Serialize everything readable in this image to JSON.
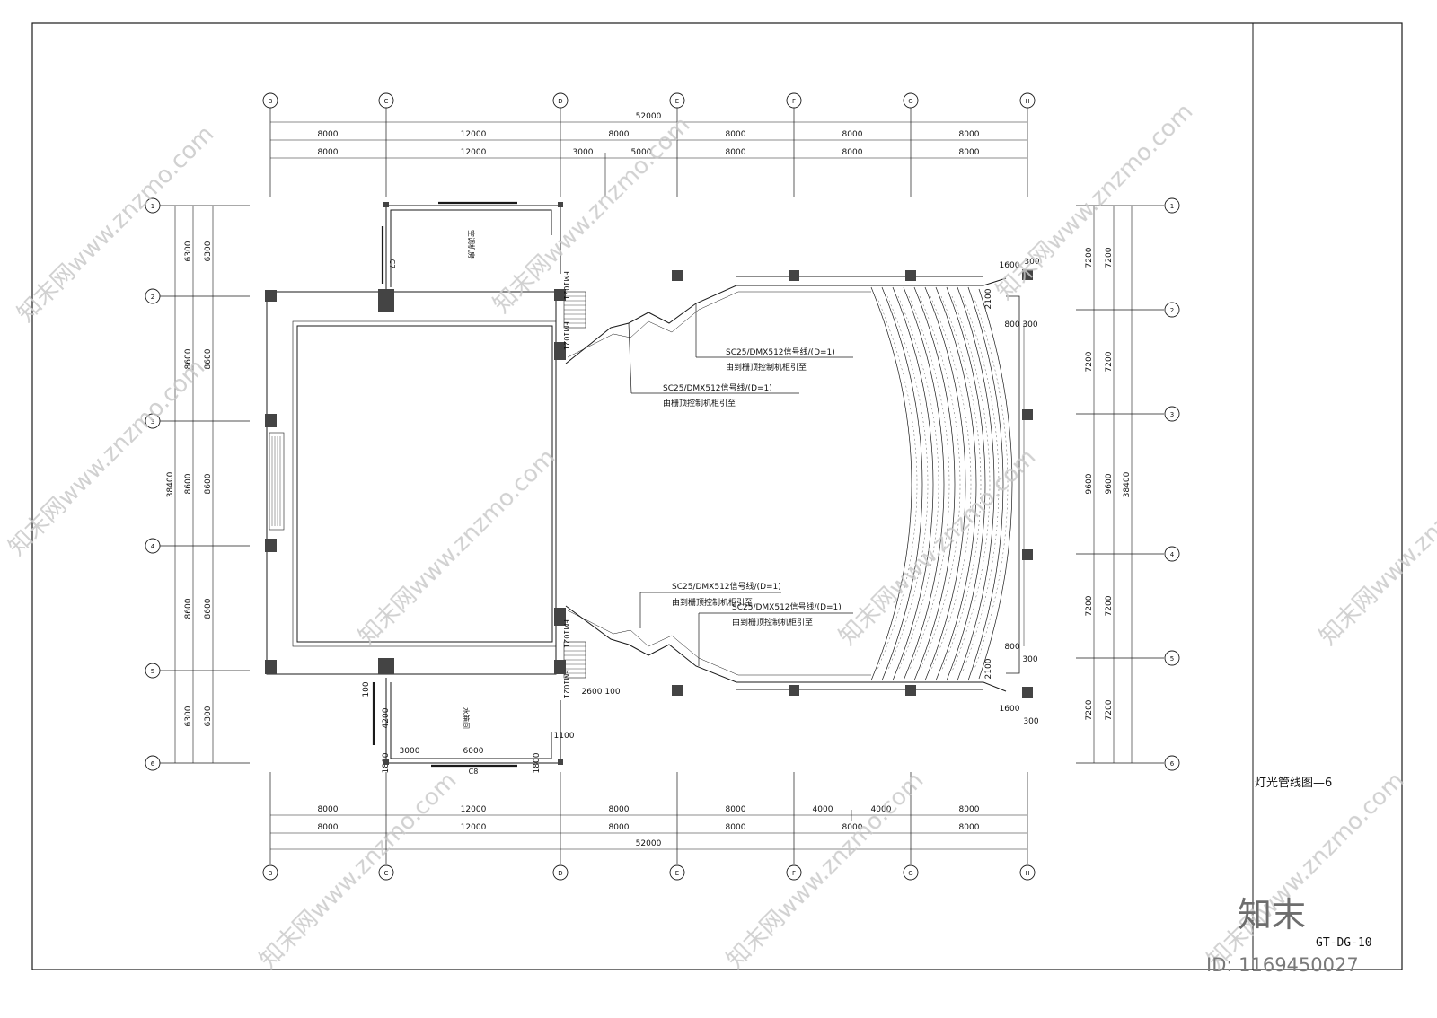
{
  "drawing": {
    "sheet_title": "灯光管线图—6",
    "sheet_code": "GT-DG-10"
  },
  "axes": {
    "top": [
      "B",
      "C",
      "D",
      "E",
      "F",
      "G",
      "H"
    ],
    "bottom": [
      "B",
      "C",
      "D",
      "E",
      "F",
      "G",
      "H"
    ],
    "left": [
      "1",
      "2",
      "3",
      "4",
      "5",
      "6"
    ],
    "right": [
      "1",
      "2",
      "3",
      "4",
      "5",
      "6"
    ]
  },
  "dimensions": {
    "top_total": "52000",
    "top_row1": [
      "8000",
      "12000",
      "8000",
      "8000",
      "8000",
      "8000"
    ],
    "top_row2": [
      "8000",
      "12000",
      "3000",
      "5000",
      "8000",
      "8000",
      "8000"
    ],
    "bottom_row1": [
      "8000",
      "12000",
      "8000",
      "8000",
      "4000",
      "4000",
      "8000"
    ],
    "bottom_row2": [
      "8000",
      "12000",
      "8000",
      "8000",
      "8000",
      "8000"
    ],
    "bottom_total": "52000",
    "left_total": "38400",
    "left_col1": [
      "6300",
      "8600",
      "8600",
      "8600",
      "6300"
    ],
    "left_col2": [
      "6300",
      "8600",
      "8600",
      "8600",
      "6300"
    ],
    "right_total": "38400",
    "right_col1": [
      "7200",
      "7200",
      "9600",
      "7200",
      "7200"
    ],
    "right_col2": [
      "7200",
      "7200",
      "9600",
      "7200",
      "7200"
    ],
    "detail": [
      "1600",
      "300",
      "2100",
      "800",
      "300",
      "800",
      "300",
      "2100",
      "1600",
      "300",
      "100",
      "4200",
      "3000",
      "6000",
      "1800",
      "1800",
      "1100",
      "2600",
      "100"
    ]
  },
  "annotations": {
    "n1_line1": "SC25/DMX512信号线/(D=1)",
    "n1_line2": "由到栅顶控制机柜引至",
    "n2_line1": "SC25/DMX512信号线/(D=1)",
    "n2_line2": "由栅顶控制机柜引至",
    "n3_line1": "SC25/DMX512信号线/(D=1)",
    "n3_line2": "由到栅顶控制机柜引至",
    "n4_line1": "SC25/DMX512信号线/(D=1)",
    "n4_line2": "由到栅顶控制机柜引至"
  },
  "rooms": {
    "upper": "空调机房",
    "lower": "水箱间",
    "door1": "FM1021",
    "door2": "FM1021",
    "door3": "FM1021",
    "door4": "FM1021",
    "win_upper": "C7",
    "win_lower": "C8"
  },
  "watermark": {
    "text": "知末网www.znzmo.com",
    "brand": "知末",
    "id": "ID: 1169450027"
  },
  "colors": {
    "line": "#1a1a1a",
    "watermark": "#c9c9c9"
  }
}
